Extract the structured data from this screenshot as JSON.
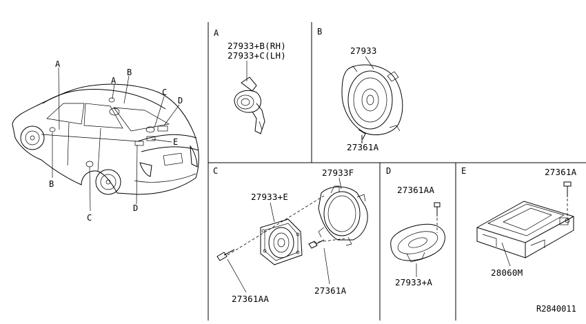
{
  "sections": {
    "A": {
      "title": "A",
      "labels": [
        "27933+B(RH)",
        "27933+C(LH)"
      ]
    },
    "B": {
      "title": "B",
      "labels": [
        "27933",
        "27361A"
      ]
    },
    "C": {
      "title": "C",
      "labels": [
        "27933F",
        "27933+E",
        "27361AA",
        "27361A"
      ]
    },
    "D": {
      "title": "D",
      "labels": [
        "27361AA",
        "27933+A"
      ]
    },
    "E": {
      "title": "E",
      "labels": [
        "27361A",
        "28060M"
      ]
    }
  },
  "car_callouts": {
    "A_left": "A",
    "A_right": "A",
    "B_top": "B",
    "B_bottom": "B",
    "C_top": "C",
    "C_bottom": "C",
    "D_top": "D",
    "D_bottom": "D",
    "E": "E"
  },
  "figure_id": "R2840011"
}
